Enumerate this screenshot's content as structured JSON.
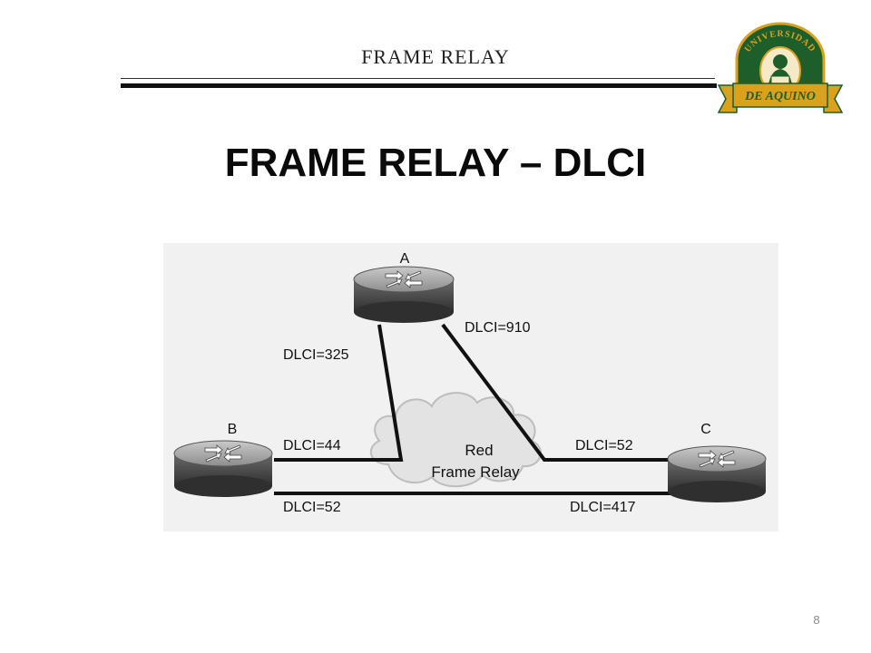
{
  "header": {
    "title": "FRAME RELAY"
  },
  "logo": {
    "top_text": "UNIVERSIDAD",
    "banner_text": "DE AQUINO",
    "colors": {
      "green": "#1d5e2a",
      "gold": "#d9a11c",
      "cream": "#f5e9c8"
    }
  },
  "slide": {
    "title": "FRAME RELAY – DLCI",
    "page_number": "8"
  },
  "diagram": {
    "routers": {
      "a": "A",
      "b": "B",
      "c": "C"
    },
    "cloud_line1": "Red",
    "cloud_line2": "Frame Relay",
    "labels": {
      "a_to_b": "DLCI=325",
      "a_to_c": "DLCI=910",
      "b_top": "DLCI=44",
      "b_bottom": "DLCI=52",
      "c_top": "DLCI=52",
      "c_bottom": "DLCI=417"
    }
  }
}
